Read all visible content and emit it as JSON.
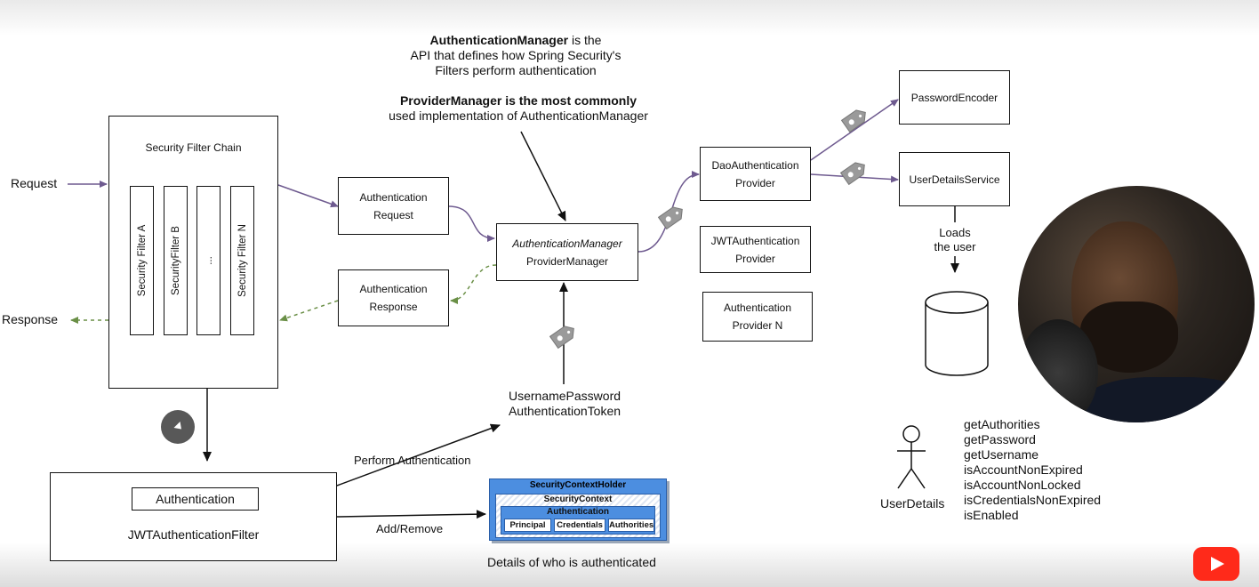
{
  "header": {
    "line1_bold": "AuthenticationManager",
    "line1_rest": " is the",
    "line2": "API that defines how Spring Security's",
    "line3": "Filters perform authentication",
    "line4_bold": "ProviderManager is the most commonly",
    "line5": "used implementation of AuthenticationManager"
  },
  "flow": {
    "request": "Request",
    "response": "Response"
  },
  "filter_chain": {
    "title": "Security Filter Chain",
    "filters": [
      "Security Filter A",
      "SecurityFilter B",
      "...",
      "Security Filter N"
    ]
  },
  "auth_request": {
    "line1": "Authentication",
    "line2": "Request"
  },
  "auth_response": {
    "line1": "Authentication",
    "line2": "Response"
  },
  "manager": {
    "interface": "AuthenticationManager",
    "impl": "ProviderManager"
  },
  "providers": [
    {
      "line1": "DaoAuthentication",
      "line2": "Provider"
    },
    {
      "line1": "JWTAuthentication",
      "line2": "Provider"
    },
    {
      "line1": "Authentication",
      "line2": "Provider N"
    }
  ],
  "password_encoder": "PasswordEncoder",
  "user_details_service": "UserDetailsService",
  "loads_user": {
    "line1": "Loads",
    "line2": "the user"
  },
  "token": {
    "line1": "UsernamePassword",
    "line2": "AuthenticationToken"
  },
  "jwt_filter": {
    "inner": "Authentication",
    "name": "JWTAuthenticationFilter"
  },
  "perform_auth": "Perform Authentication",
  "add_remove": "Add/Remove",
  "security_context": {
    "holder": "SecurityContextHolder",
    "context": "SecurityContext",
    "authentication": "Authentication",
    "cells": [
      "Principal",
      "Credentials",
      "Authorities"
    ],
    "caption": "Details of who is authenticated"
  },
  "user_details": {
    "label": "UserDetails",
    "methods": [
      "getAuthorities",
      "getPassword",
      "getUsername",
      "isAccountNonExpired",
      "isAccountNonLocked",
      "isCredentialsNonExpired",
      "isEnabled"
    ]
  },
  "colors": {
    "arrow_purple": "#6e5a8f",
    "arrow_green": "#6a8f46",
    "context_blue": "#4c8ee0",
    "key_tag": "#9a9a9a",
    "youtube_red": "#ff2a1a"
  },
  "icons": [
    "key-tag-icon",
    "database-icon",
    "stick-figure-icon",
    "youtube-icon",
    "cursor-icon"
  ]
}
